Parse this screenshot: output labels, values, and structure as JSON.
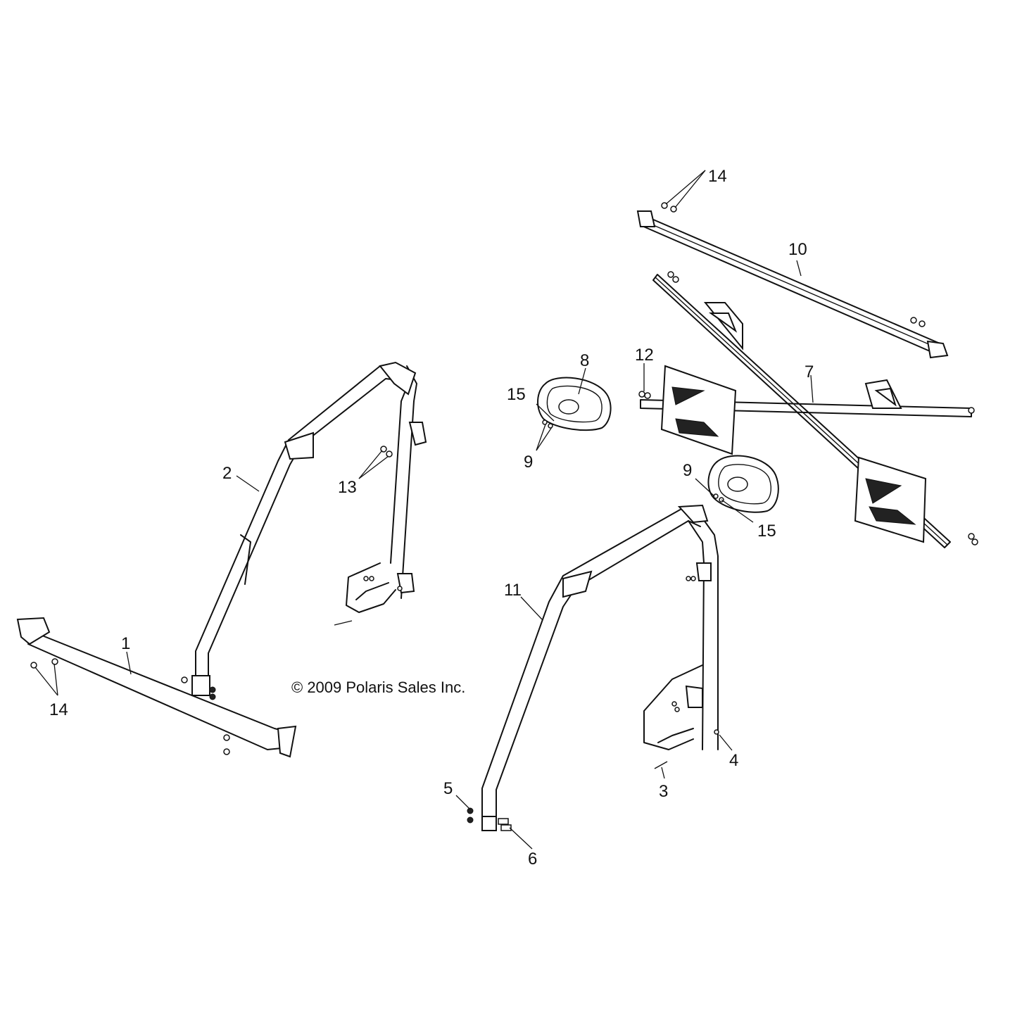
{
  "copyright": "© 2009 Polaris Sales Inc.",
  "callouts": {
    "c1": "1",
    "c2": "2",
    "c3": "3",
    "c4": "4",
    "c5": "5",
    "c6": "6",
    "c7": "7",
    "c8": "8",
    "c9a": "9",
    "c9b": "9",
    "c10": "10",
    "c11": "11",
    "c12": "12",
    "c13": "13",
    "c14a": "14",
    "c14b": "14",
    "c15a": "15",
    "c15b": "15"
  }
}
